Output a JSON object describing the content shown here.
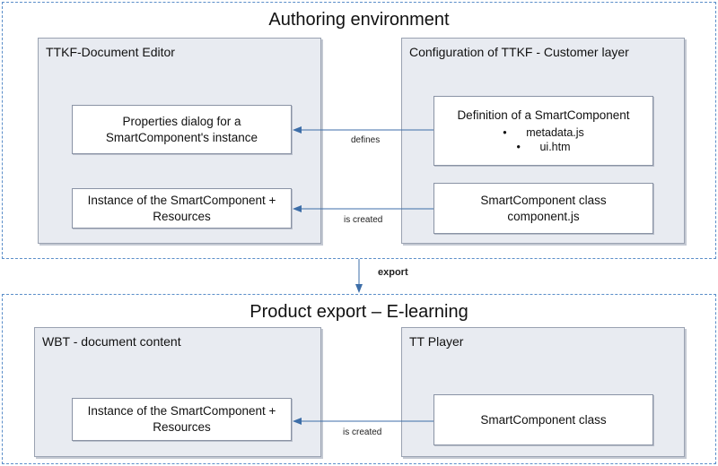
{
  "authoring": {
    "title": "Authoring environment",
    "editor_panel": {
      "title": "TTKF-Document Editor",
      "properties_box": {
        "line1": "Properties dialog for a",
        "line2": "SmartComponent's instance"
      },
      "instance_box": {
        "line1": "Instance of the SmartComponent +",
        "line2": "Resources"
      }
    },
    "config_panel": {
      "title": "Configuration of TTKF - Customer layer",
      "definition_box": {
        "title": "Definition of a SmartComponent",
        "items": [
          "metadata.js",
          "ui.htm"
        ]
      },
      "class_box": {
        "line1": "SmartComponent class",
        "line2": "component.js"
      }
    },
    "defines_label": "defines",
    "is_created_label": "is created"
  },
  "export_label": "export",
  "product": {
    "title": "Product export – E-learning",
    "wbt_panel": {
      "title": "WBT - document content",
      "instance_box": {
        "line1": "Instance of the SmartComponent +",
        "line2": "Resources"
      }
    },
    "player_panel": {
      "title": "TT Player",
      "class_box": {
        "label": "SmartComponent class"
      }
    },
    "is_created_label": "is created"
  },
  "colors": {
    "region_border": "#5b8ec9",
    "panel_fill": "#e8ebf1",
    "arrow": "#3d6ea8"
  }
}
